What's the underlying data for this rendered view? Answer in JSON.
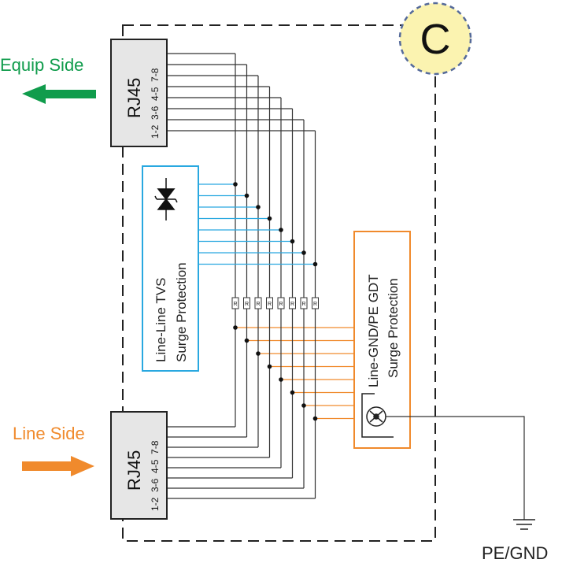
{
  "badge": {
    "letter": "C",
    "fill": "#fbf3b0",
    "stroke": "#556a9a"
  },
  "equip_side": {
    "label": "Equip Side",
    "color": "#109c4c"
  },
  "line_side": {
    "label": "Line Side",
    "color": "#f08a2c"
  },
  "rj45_top": {
    "title": "RJ45",
    "pins": "1-2  3-6  4-5  7-8"
  },
  "rj45_bottom": {
    "title": "RJ45",
    "pins": "1-2  3-6  4-5  7-8"
  },
  "tvs_box": {
    "line1": "Line-Line TVS",
    "line2": "Surge Protection",
    "color": "#29a8e0"
  },
  "gdt_box": {
    "line1": "Line-GND/PE GDT",
    "line2": "Surge Protection",
    "color": "#f08a2c"
  },
  "resistor_label": "R",
  "ground_label": "PE/GND",
  "colors": {
    "wire": "#333333",
    "enclosure": "#222222",
    "connector_fill": "#e6e6e6"
  }
}
